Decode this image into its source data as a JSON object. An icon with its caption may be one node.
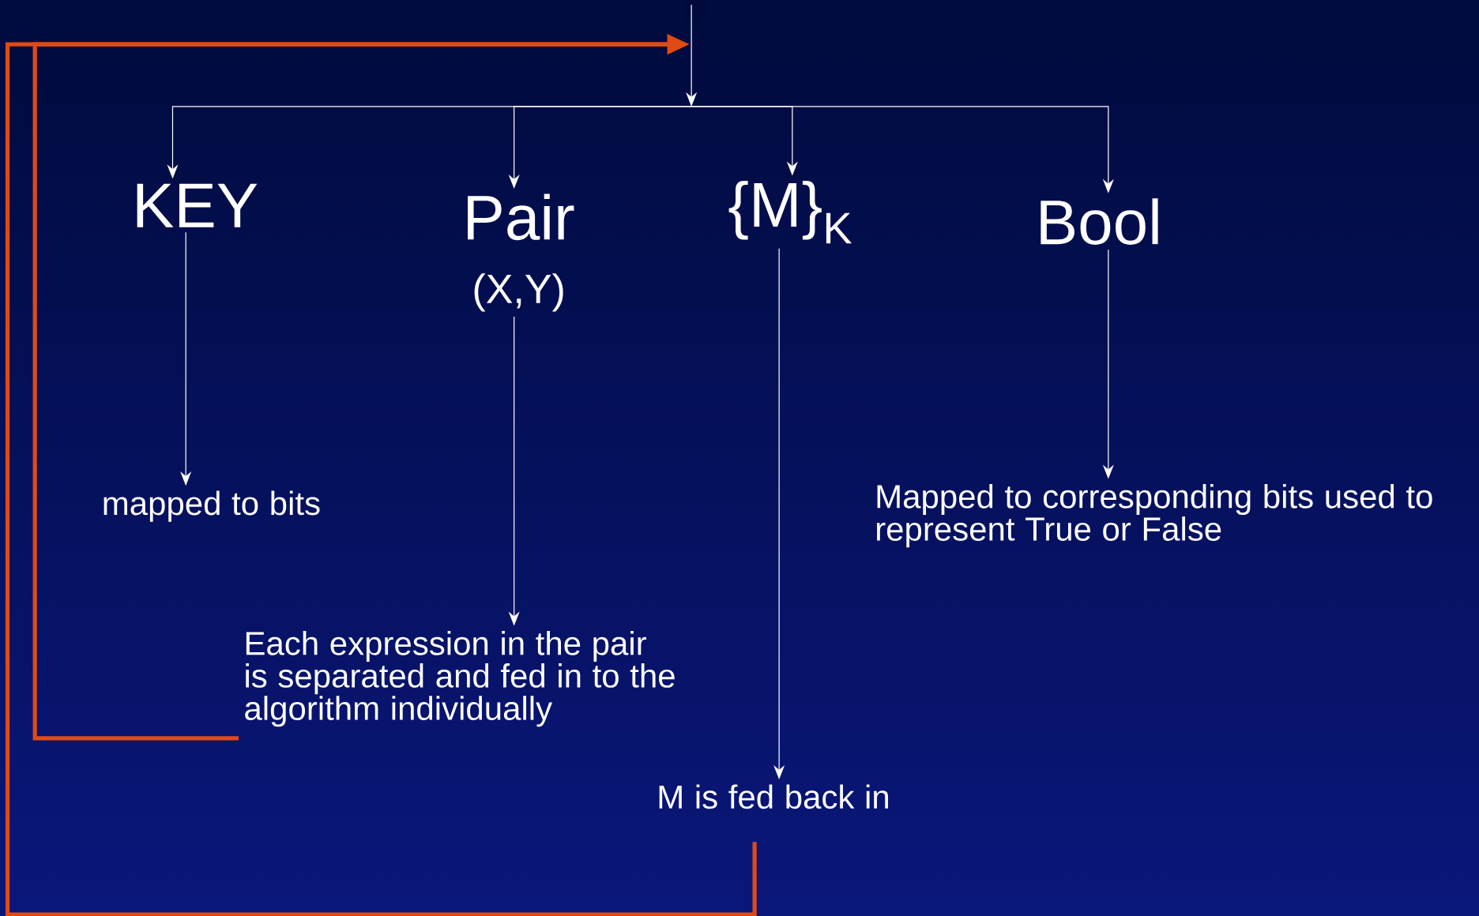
{
  "diagram": {
    "nodes": [
      {
        "text": [
          "KEY"
        ]
      },
      {
        "text": [
          "Pair",
          "(X,Y)"
        ]
      },
      {
        "text": [
          "{M}$_{K}$"
        ]
      },
      {
        "text": [
          "Bool"
        ]
      },
      {
        "text": [
          "mapped to bits"
        ]
      },
      {
        "text": [
          "Each expression in the pair is separated and fed in to the algorithm individually"
        ]
      },
      {
        "text": [
          "M is fed back in"
        ]
      },
      {
        "text": [
          "Mapped to corresponding bits used to represent True or False"
        ]
      }
    ],
    "edges": [
      {
        "from": null,
        "to": 0,
        "arrow": "to"
      },
      {
        "from": null,
        "to": 1,
        "arrow": "to"
      },
      {
        "from": null,
        "to": 2,
        "arrow": "to"
      },
      {
        "from": null,
        "to": 3,
        "arrow": "to"
      },
      {
        "from": 0,
        "to": 4,
        "arrow": "to"
      },
      {
        "from": 1,
        "to": 5,
        "arrow": "to"
      },
      {
        "from": 2,
        "to": 6,
        "arrow": "to"
      },
      {
        "from": 3,
        "to": 7,
        "arrow": "to"
      },
      {
        "from": 5,
        "to": null,
        "arrow": "to",
        "style": "thick",
        "color": "#e04a14"
      },
      {
        "from": 6,
        "to": null,
        "arrow": "to",
        "style": "thick",
        "color": "#e04a14"
      }
    ]
  }
}
